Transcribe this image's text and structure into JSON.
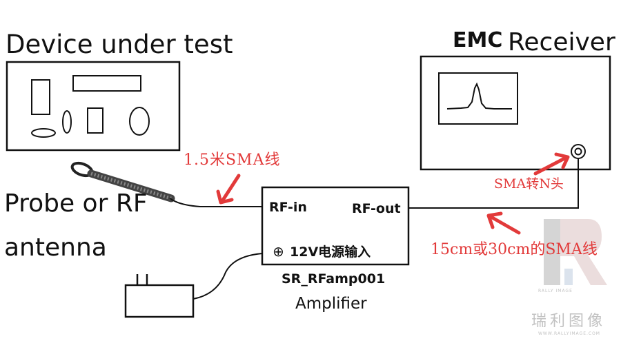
{
  "device": {
    "title": "Device under test"
  },
  "receiver": {
    "title_bold": "EMC",
    "title_rest": "Receiver"
  },
  "probe": {
    "line1": "Probe or RF",
    "line2": "antenna"
  },
  "cables": {
    "long_label": "1.5米SMA线",
    "adapter_label": "SMA转N头",
    "short_label": "15cm或30cm的SMA线"
  },
  "amplifier": {
    "rf_in": "RF-in",
    "rf_out": "RF-out",
    "power_input": "12V电源输入",
    "model": "SR_RFamp001",
    "name": "Amplifier"
  },
  "watermark": {
    "cn": "瑞利图像",
    "en": "RALLY IMAGE",
    "url": "WWW.RALLYIMAGE.COM"
  },
  "colors": {
    "annotation": "#e23a3a",
    "line": "#111111",
    "watermark": "#c2c2c2"
  }
}
